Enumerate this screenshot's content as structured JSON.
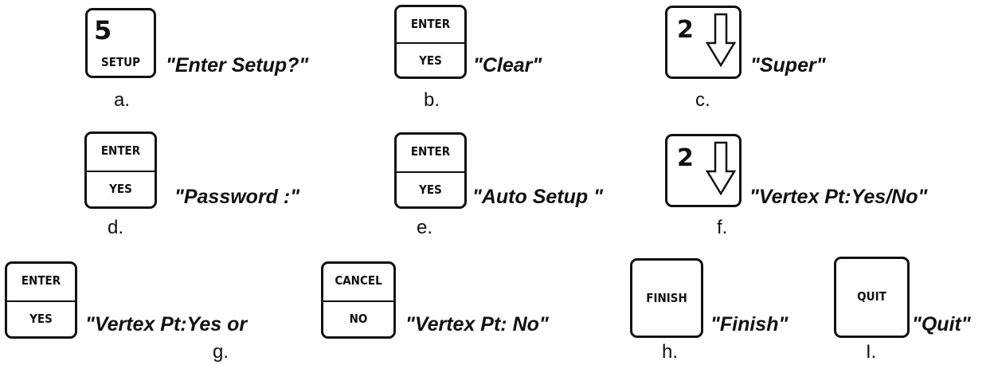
{
  "steps": [
    {
      "letter": "a.",
      "key_top": "5",
      "key_bottom": "SETUP",
      "caption": "\"Enter Setup?\""
    },
    {
      "letter": "b.",
      "key_top": "ENTER",
      "key_bottom": "YES",
      "caption": "\"Clear\""
    },
    {
      "letter": "c.",
      "key_top": "2",
      "key_icon": "down-arrow-icon",
      "caption": "\"Super\""
    },
    {
      "letter": "d.",
      "key_top": "ENTER",
      "key_bottom": "YES",
      "caption": "\"Password :\""
    },
    {
      "letter": "e.",
      "key_top": "ENTER",
      "key_bottom": "YES",
      "caption": "\"Auto Setup \""
    },
    {
      "letter": "f.",
      "key_top": "2",
      "key_icon": "down-arrow-icon",
      "caption": "\"Vertex Pt:Yes/No\""
    },
    {
      "letter": "g.",
      "key_top": "ENTER",
      "key_bottom": "YES",
      "caption": "\"Vertex Pt:Yes or"
    },
    {
      "key_top": "CANCEL",
      "key_bottom": "NO",
      "caption": "\"Vertex Pt: No\""
    },
    {
      "letter": "h.",
      "key_label": "FINISH",
      "caption": "\"Finish\""
    },
    {
      "letter": "I.",
      "key_label": "QUIT",
      "caption": "\"Quit\""
    }
  ]
}
